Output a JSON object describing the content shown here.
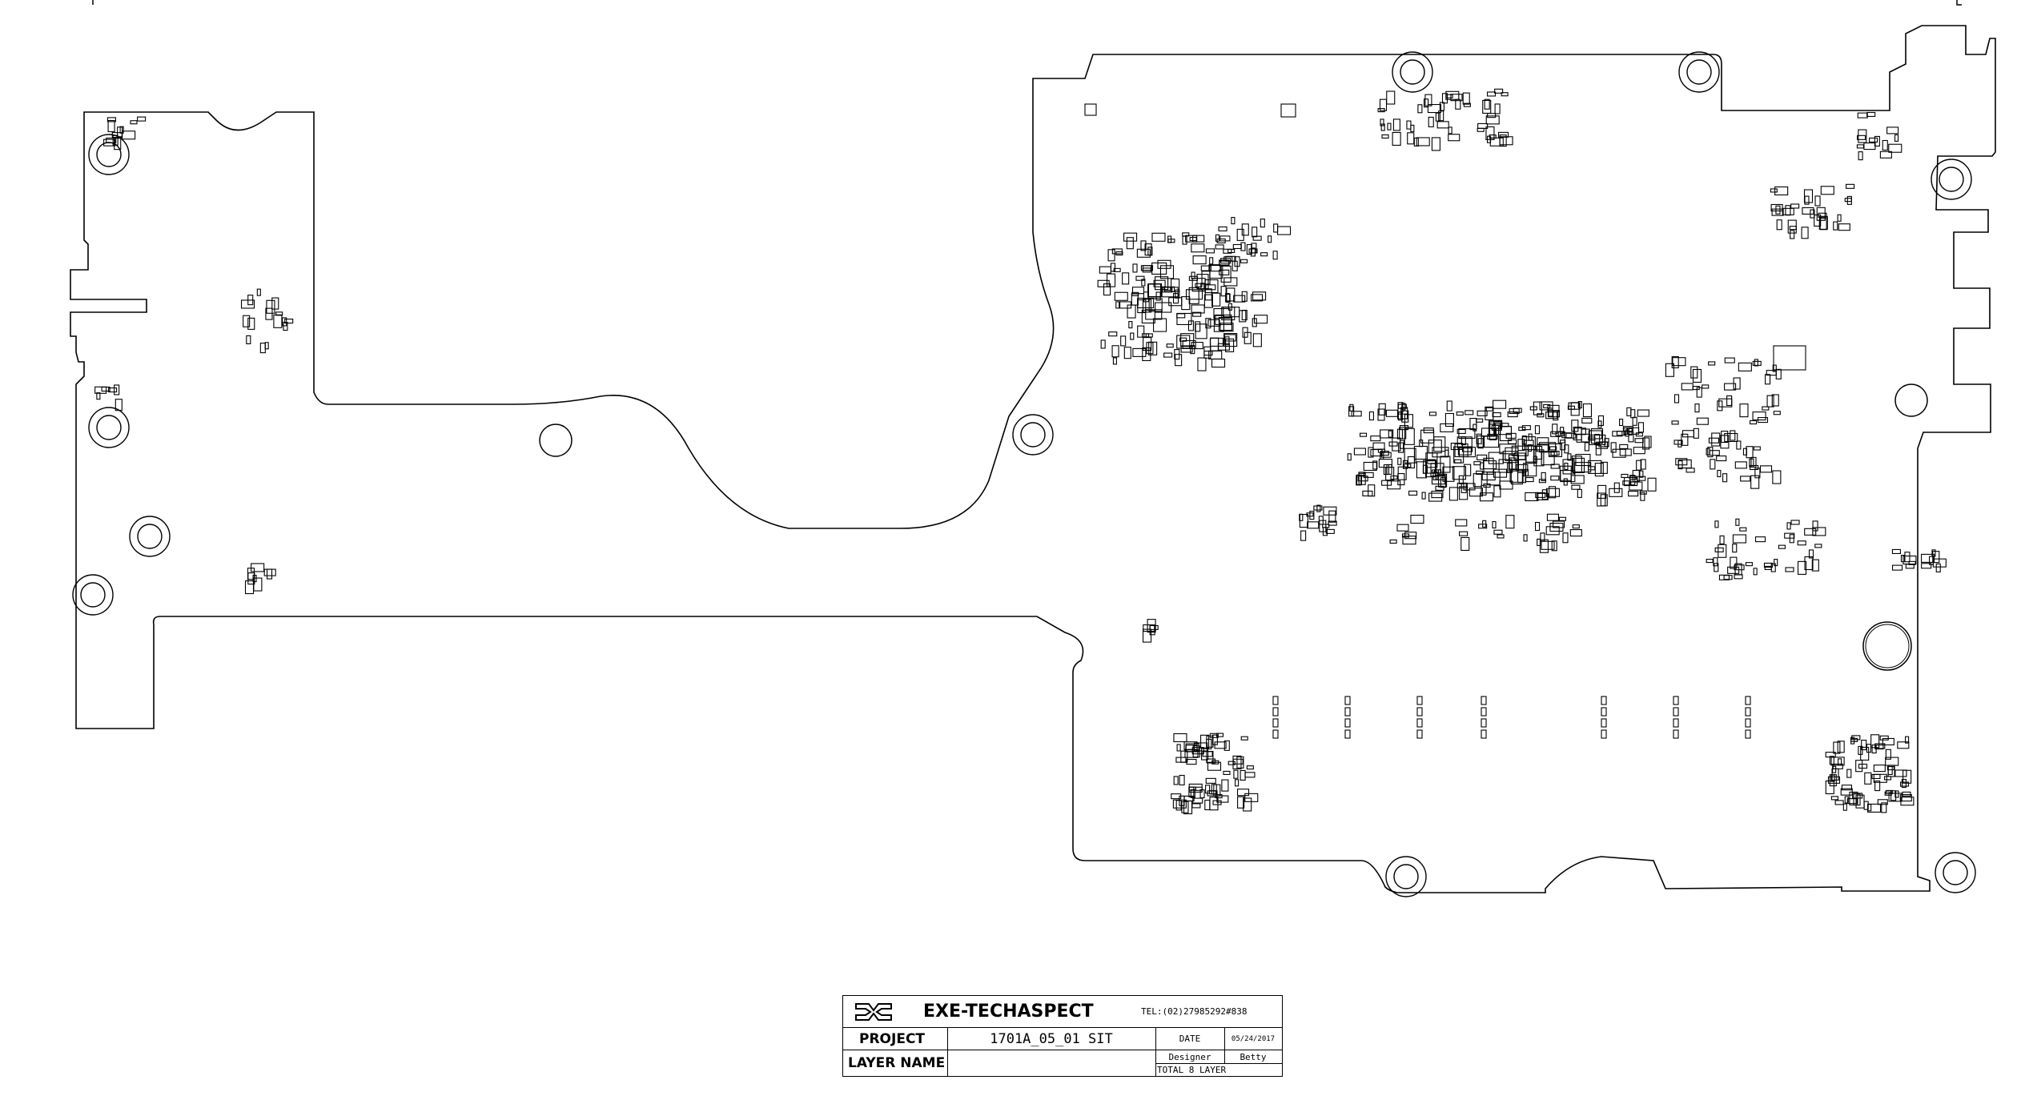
{
  "title_block": {
    "company": "EXE-TECHASPECT",
    "phone": "TEL:(02)27985292#838",
    "project_label": "PROJECT",
    "project_value": "1701A_05_01 SIT",
    "date_label": "DATE",
    "date_value": "05/24/2017",
    "designer_label": "Designer",
    "designer_value": "Betty",
    "layer_name_label": "LAYER NAME",
    "layer_name_value": "",
    "total_layers": "TOTAL 8 LAYER"
  },
  "colors": {
    "line": "#000000",
    "background": "#ffffff"
  },
  "icons": {
    "logo": "exe-logo-icon",
    "mounting_hole": "mounting-hole-icon"
  }
}
